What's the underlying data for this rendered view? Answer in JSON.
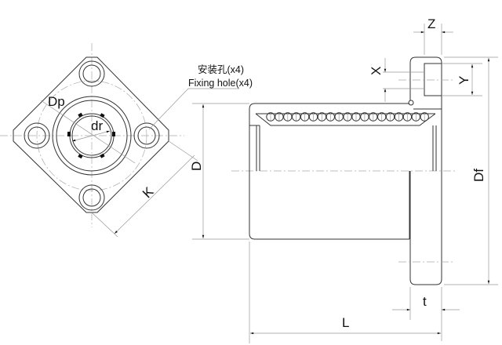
{
  "labels": {
    "fixing_hole_cn": "安装孔(x4)",
    "fixing_hole_en": "Fixing hole(x4)",
    "Dp": "Dp",
    "dr": "dr",
    "K": "K",
    "D": "D",
    "Df": "Df",
    "X": "X",
    "Y": "Y",
    "Z": "Z",
    "t": "t",
    "L": "L"
  }
}
